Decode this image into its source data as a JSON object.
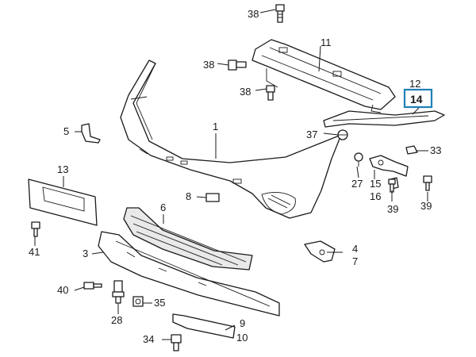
{
  "callouts": {
    "c1": "1",
    "c3": "3",
    "c4": "4",
    "c5": "5",
    "c6": "6",
    "c7": "7",
    "c8": "8",
    "c9": "9",
    "c10": "10",
    "c11": "11",
    "c12": "12",
    "c13": "13",
    "c14": "14",
    "c15": "15",
    "c16": "16",
    "c27": "27",
    "c28": "28",
    "c33": "33",
    "c34": "34",
    "c35": "35",
    "c37": "37",
    "c38a": "38",
    "c38b": "38",
    "c38c": "38",
    "c39a": "39",
    "c39b": "39",
    "c40": "40",
    "c41": "41"
  },
  "colors": {
    "highlight": "#1f7fb5",
    "line": "#1a1a1a",
    "background": "#ffffff"
  }
}
